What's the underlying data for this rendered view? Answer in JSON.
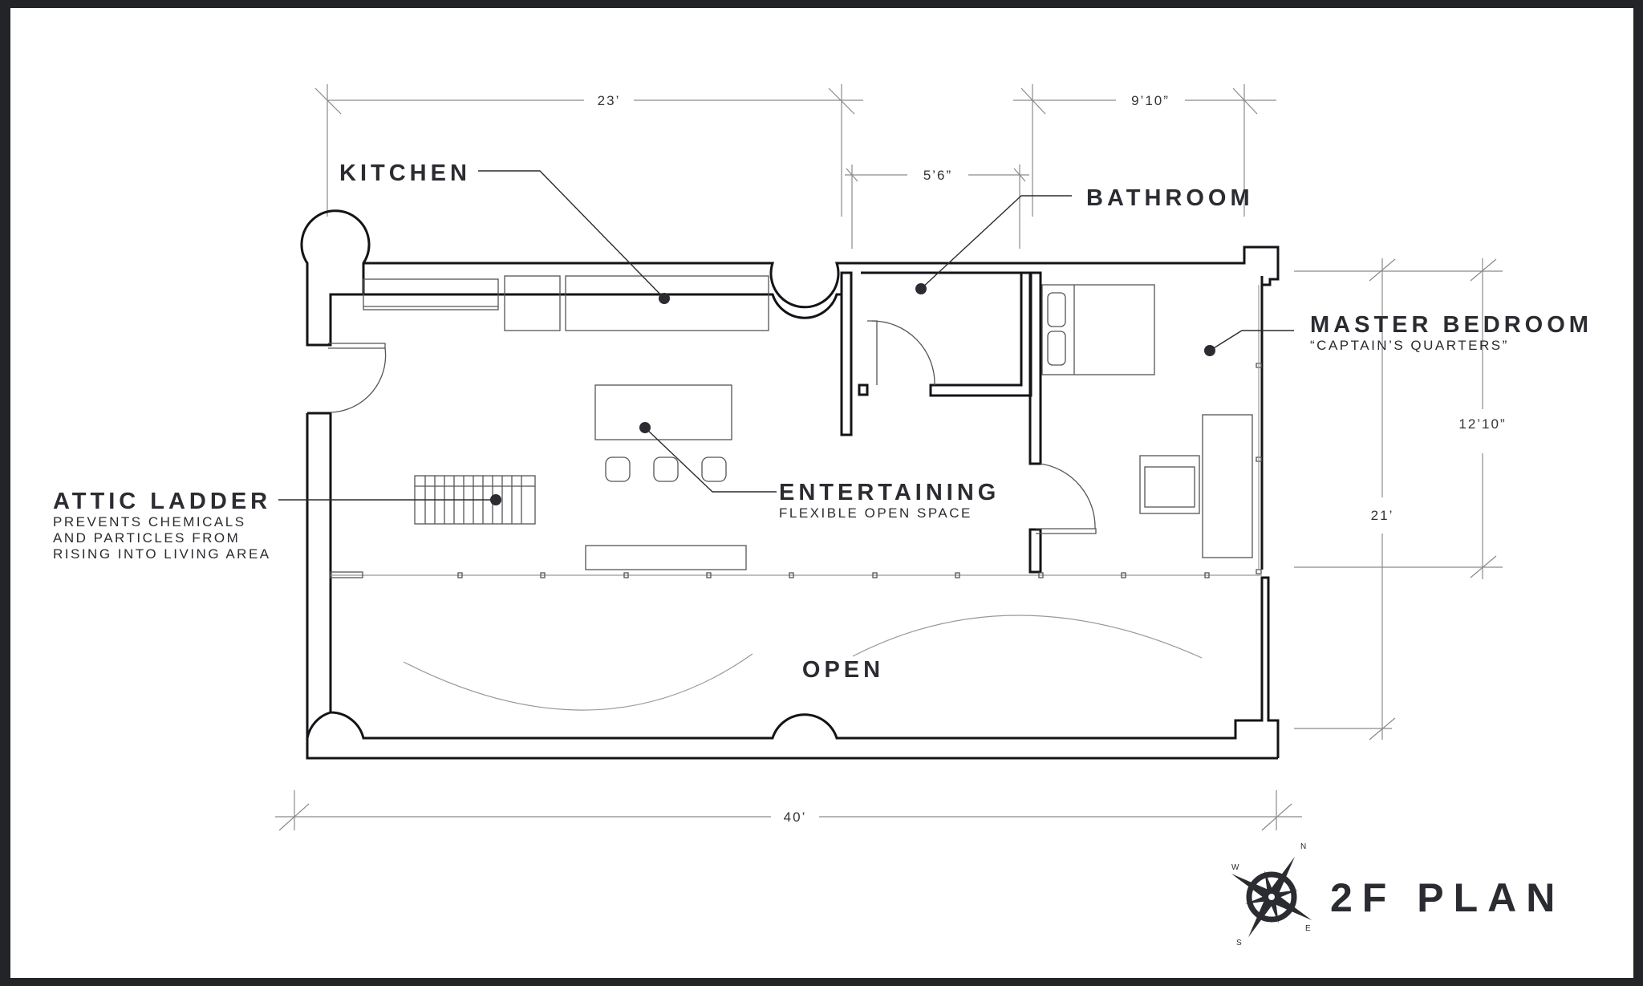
{
  "plan": {
    "title": "2F PLAN",
    "compass": {
      "n": "N",
      "e": "E",
      "s": "S",
      "w": "W"
    }
  },
  "rooms": {
    "kitchen": "KITCHEN",
    "bathroom": "BATHROOM",
    "master_bedroom": "MASTER BEDROOM",
    "master_bedroom_sub": "“CAPTAIN’S QUARTERS”",
    "attic_ladder": "ATTIC LADDER",
    "attic_ladder_sub": [
      "PREVENTS CHEMICALS",
      "AND PARTICLES FROM",
      "RISING INTO LIVING AREA"
    ],
    "entertaining": "ENTERTAINING",
    "entertaining_sub": "FLEXIBLE OPEN SPACE",
    "open": "OPEN"
  },
  "dimensions": {
    "top_left": "23’",
    "top_right": "9’10”",
    "bathroom_width": "5’6”",
    "bedroom_depth": "12’10”",
    "total_depth": "21’",
    "total_width": "40’"
  },
  "colors": {
    "background": "#232428",
    "paper": "#ffffff",
    "ink": "#2b2c31"
  }
}
